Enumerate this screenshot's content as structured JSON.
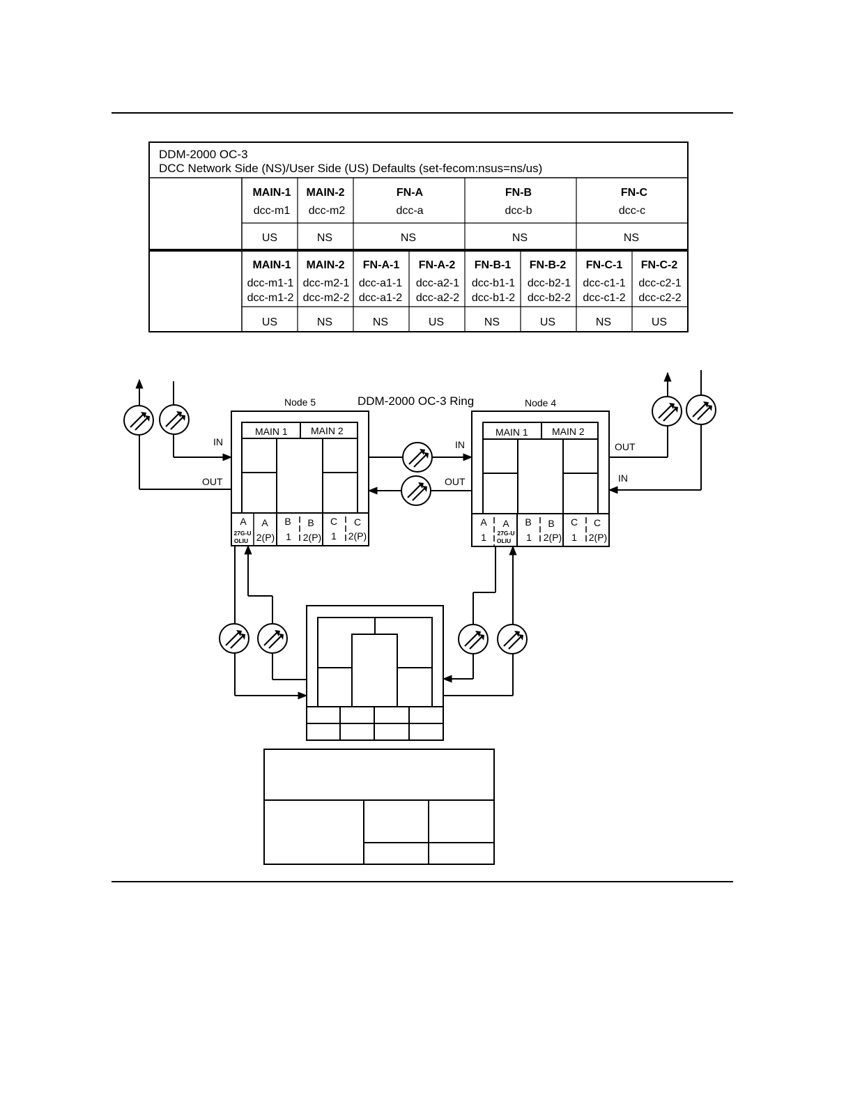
{
  "table": {
    "title_line1": "DDM-2000 OC-3",
    "title_line2": "DCC Network Side (NS)/User Side (US) Defaults (set-fecom:nsus=ns/us)",
    "row1": {
      "cells": [
        {
          "name": "MAIN-1",
          "dcc": "dcc-m1",
          "side": "US"
        },
        {
          "name": "MAIN-2",
          "dcc": "dcc-m2",
          "side": "NS"
        },
        {
          "name": "FN-A",
          "dcc": "dcc-a",
          "side": "NS"
        },
        {
          "name": "FN-B",
          "dcc": "dcc-b",
          "side": "NS"
        },
        {
          "name": "FN-C",
          "dcc": "dcc-c",
          "side": "NS"
        }
      ]
    },
    "row2": {
      "cells": [
        {
          "name": "MAIN-1",
          "dcc1": "dcc-m1-1",
          "dcc2": "dcc-m1-2",
          "side": "US"
        },
        {
          "name": "MAIN-2",
          "dcc1": "dcc-m2-1",
          "dcc2": "dcc-m2-2",
          "side": "NS"
        },
        {
          "name": "FN-A-1",
          "dcc1": "dcc-a1-1",
          "dcc2": "dcc-a1-2",
          "side": "NS"
        },
        {
          "name": "FN-A-2",
          "dcc1": "dcc-a2-1",
          "dcc2": "dcc-a2-2",
          "side": "US"
        },
        {
          "name": "FN-B-1",
          "dcc1": "dcc-b1-1",
          "dcc2": "dcc-b1-2",
          "side": "NS"
        },
        {
          "name": "FN-B-2",
          "dcc1": "dcc-b2-1",
          "dcc2": "dcc-b2-2",
          "side": "US"
        },
        {
          "name": "FN-C-1",
          "dcc1": "dcc-c1-1",
          "dcc2": "dcc-c1-2",
          "side": "NS"
        },
        {
          "name": "FN-C-2",
          "dcc1": "dcc-c2-1",
          "dcc2": "dcc-c2-2",
          "side": "US"
        }
      ]
    }
  },
  "diagram": {
    "ring_title": "DDM-2000 OC-3 Ring",
    "node5": {
      "label": "Node 5",
      "main1": "MAIN 1",
      "main2": "MAIN 2",
      "in": "IN",
      "out": "OUT",
      "slots": {
        "a1_top": "A",
        "a1_card1": "27G-U",
        "a1_card2": "OLIU",
        "a2_top": "A",
        "a2_bottom": "2(P)",
        "b1_top": "B",
        "b1_bottom": "1",
        "b2_top": "B",
        "b2_bottom": "2(P)",
        "c1_top": "C",
        "c1_bottom": "1",
        "c2_top": "C",
        "c2_bottom": "2(P)"
      }
    },
    "node4": {
      "label": "Node 4",
      "main1": "MAIN 1",
      "main2": "MAIN 2",
      "in_left": "IN",
      "out_left": "OUT",
      "out_right": "OUT",
      "in_right": "IN",
      "slots": {
        "a1_top": "A",
        "a1_bottom": "1",
        "a2_top": "A",
        "a2_card1": "27G-U",
        "a2_card2": "OLIU",
        "b1_top": "B",
        "b1_bottom": "1",
        "b2_top": "B",
        "b2_bottom": "2(P)",
        "c1_top": "C",
        "c1_bottom": "1",
        "c2_top": "C",
        "c2_bottom": "2(P)"
      }
    }
  },
  "icons": {
    "transceiver": "optical-transceiver-icon"
  }
}
